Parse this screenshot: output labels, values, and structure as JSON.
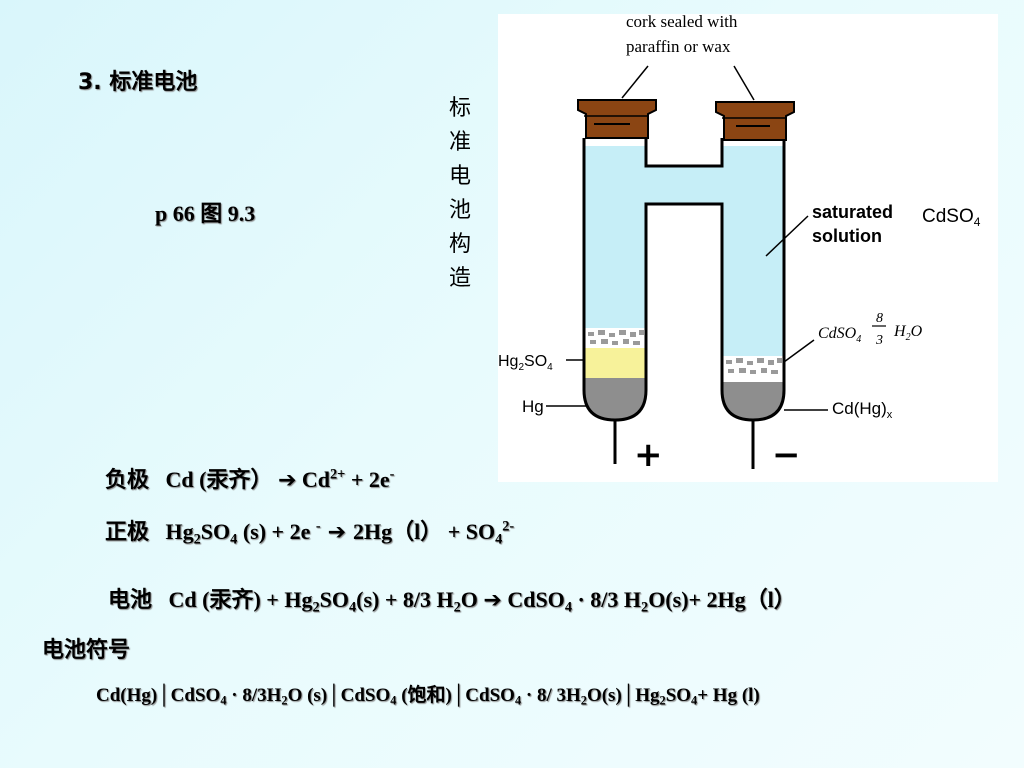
{
  "slide": {
    "section_title": "3.  标准电池",
    "page_ref": "p 66   图 9.3",
    "vertical_caption": [
      "标",
      "准",
      "电",
      "池",
      "构",
      "造"
    ]
  },
  "diagram": {
    "cork_label_1": "cork sealed with",
    "cork_label_2": "paraffin or wax",
    "sat_label_1": "saturated",
    "sat_label_2": "CdSO",
    "sat_label_2_sub": "4",
    "sat_label_3": "solution",
    "crystal_label": "CdSO",
    "crystal_label_sub": "4",
    "crystal_frac_num": "8",
    "crystal_frac_den": "3",
    "crystal_label_tail": "H",
    "crystal_label_tail_sub": "2",
    "crystal_label_tail2": "O",
    "hg2so4_label": "Hg",
    "hg2so4_sub": "2",
    "hg2so4_label2": "SO",
    "hg2so4_sub2": "4",
    "hg_label": "Hg",
    "cdhg_label": "Cd(Hg)",
    "cdhg_sub": "x",
    "plus": "+",
    "minus": "−"
  },
  "equations": {
    "neg_label": "负极",
    "neg_eq": "Cd (汞齐） ",
    "neg_arrow": "➔",
    "neg_prod": " Cd",
    "neg_prod_sup": "2+",
    "neg_tail": " + 2e",
    "neg_tail_sup": "-",
    "pos_label": "正极",
    "pos_a": "Hg",
    "pos_a_sub": "2",
    "pos_b": "SO",
    "pos_b_sub": "4",
    "pos_c": " (s) + 2e ",
    "pos_c_sup": "-",
    "pos_arrow": " ➔ ",
    "pos_d": "2Hg（l） + SO",
    "pos_d_sub": "4",
    "pos_d_sup": "2-",
    "cell_label": "电池",
    "cell_a": "Cd (汞齐) + Hg",
    "cell_a_sub": "2",
    "cell_b": "SO",
    "cell_b_sub": "4",
    "cell_c": "(s) + 8/3 H",
    "cell_c_sub": "2",
    "cell_d": "O ",
    "cell_arrow": "➔",
    "cell_e": " CdSO",
    "cell_e_sub": "4",
    "cell_f": " · 8/3 H",
    "cell_f_sub": "2",
    "cell_g": "O(s)+ 2Hg（l）"
  },
  "notation": {
    "label": "电池符号",
    "n1": "Cd(Hg)│CdSO",
    "n1_sub": "4",
    "n2": " · 8/3H",
    "n2_sub": "2",
    "n3": "O (s)│CdSO",
    "n3_sub": "4",
    "n4": " (饱和)│CdSO",
    "n4_sub": "4",
    "n5": " · 8/ 3H",
    "n5_sub": "2",
    "n6": "O(s)│Hg",
    "n6_sub": "2",
    "n7": "SO",
    "n7_sub": "4",
    "n8": "+ Hg (l)"
  }
}
